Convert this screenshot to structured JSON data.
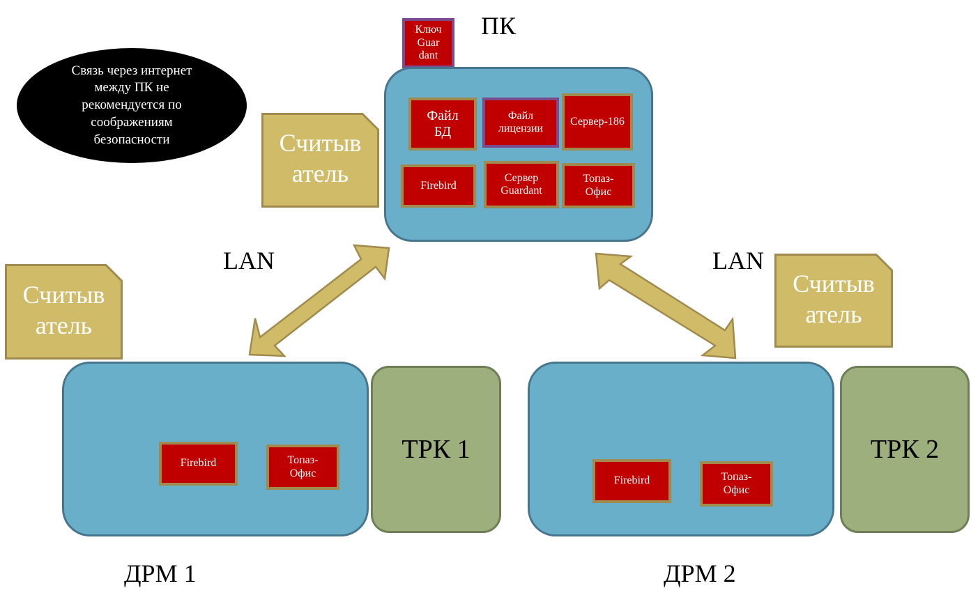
{
  "pc": {
    "title": "ПК",
    "key": "Ключ Guar dant",
    "components": {
      "db_file": "Файл БД",
      "license_file": "Файл лицензии",
      "server186": "Сервер-186",
      "firebird": "Firebird",
      "guardant_server": "Сервер Guardant",
      "topaz": "Топаз-Офис"
    }
  },
  "note": "Связь через интернет между ПК не рекомендуется по соображениям безопасности",
  "links": {
    "left": "LAN",
    "right": "LAN"
  },
  "readers": {
    "pc": "Считыв атель",
    "drm1": "Считыв атель",
    "drm2": "Считыв атель"
  },
  "drm1": {
    "label": "ДРМ 1",
    "firebird": "Firebird",
    "topaz": "Топаз-Офис"
  },
  "drm2": {
    "label": "ДРМ 2",
    "firebird": "Firebird",
    "topaz": "Топаз-Офис"
  },
  "trk1": "ТРК 1",
  "trk2": "ТРК 2",
  "colors": {
    "computer_fill": "#6aafc9",
    "component_fill": "#c00000",
    "reader_fill": "#d0bb68",
    "trk_fill": "#9daf7c",
    "arrow_fill": "#d0bb68"
  }
}
